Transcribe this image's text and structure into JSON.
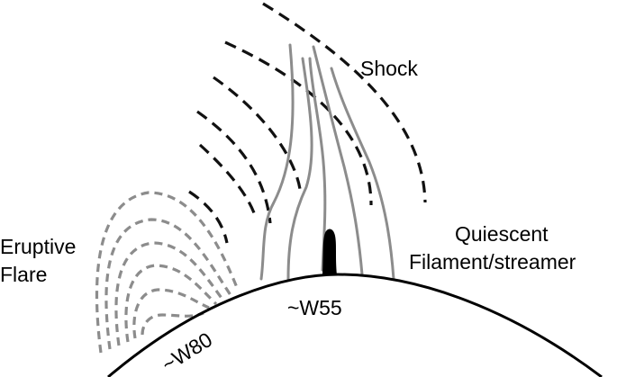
{
  "labels": {
    "shock": "Shock",
    "eruptive_line1": "Eruptive",
    "eruptive_line2": "Flare",
    "quiescent_line1": "Quiescent",
    "quiescent_line2": "Filament/streamer",
    "w55": "~W55",
    "w80": "~W80"
  },
  "colors": {
    "shock": "#111111",
    "flare_loops": "#8c8c8c",
    "streamer_lines": "#8c8c8c",
    "filament": "#000000",
    "limb": "#000000"
  }
}
